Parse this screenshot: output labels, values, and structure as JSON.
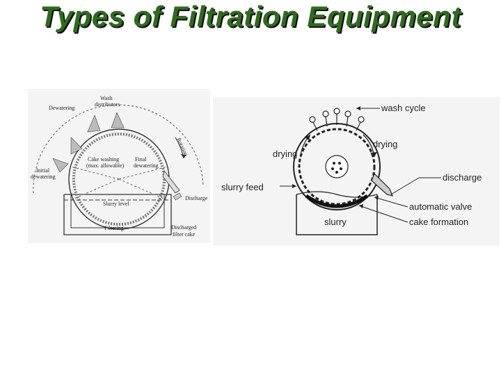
{
  "title": "Types of Filtration Equipment",
  "left_diagram": {
    "labels": {
      "wash": "Wash",
      "distributors": "distributors",
      "dewatering": "Dewatering",
      "rotation": "Rotation",
      "cake_washing": "Cake washing",
      "max_allowable": "(max. allowable)",
      "final": "Final",
      "final_dewatering": "dewatering",
      "initial": "Initial",
      "initial_dewatering": "dewatering",
      "discharge": "Discharge",
      "slurry_level": "Slurry level",
      "filtering": "Filtering",
      "discharged": "Discharged",
      "filter_cake": "filter cake"
    }
  },
  "right_diagram": {
    "labels": {
      "wash_cycle": "wash cycle",
      "drying_left": "drying",
      "drying_right": "drying",
      "discharge": "discharge",
      "slurry_feed": "slurry feed",
      "automatic_valve": "automatic valve",
      "cake_formation": "cake formation",
      "slurry": "slurry"
    }
  },
  "colors": {
    "title": "#2f6b1e",
    "panel_bg": "#f4f4f4",
    "ink": "#222222"
  }
}
